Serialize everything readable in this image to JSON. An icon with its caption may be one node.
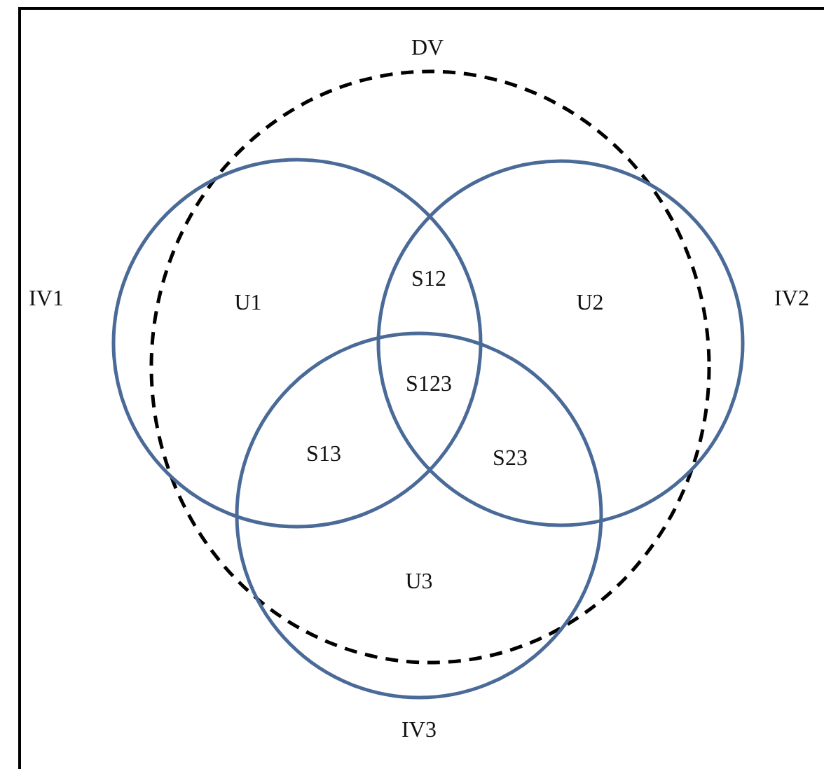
{
  "diagram": {
    "nodes": [
      {
        "text": [
          "DV"
        ]
      },
      {
        "text": [
          "IV1"
        ]
      },
      {
        "text": [
          "IV2"
        ]
      },
      {
        "text": [
          "IV3"
        ]
      }
    ],
    "edges": [],
    "labels": [
      "U1",
      "S12",
      "U2",
      "S123",
      "S13",
      "S23",
      "U3"
    ]
  }
}
